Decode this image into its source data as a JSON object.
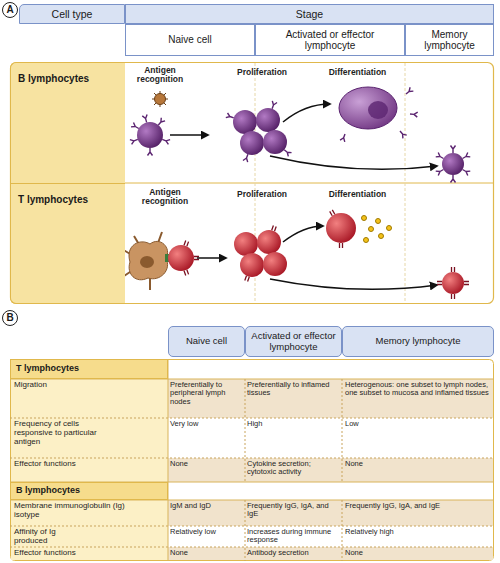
{
  "diagram": {
    "nodes": [
      {
        "text": [
          "A"
        ]
      },
      {
        "text": [
          "Cell type"
        ]
      },
      {
        "text": [
          "Stage"
        ]
      },
      {
        "text": [
          "Naive cell"
        ]
      },
      {
        "text": [
          "Activated or effector lymphocyte"
        ]
      },
      {
        "text": [
          "Memory lymphocyte"
        ]
      },
      {
        "text": [
          "B lymphocytes"
        ]
      },
      {
        "text": [
          "T lymphocytes"
        ]
      },
      {
        "text": [
          "B"
        ]
      },
      {
        "text": [
          "Naive cell"
        ]
      },
      {
        "text": [
          "Activated or effector lymphocyte"
        ]
      },
      {
        "text": [
          "Memory lymphocyte"
        ]
      },
      {
        "text": [
          "T lymphocytes"
        ]
      },
      {
        "text": [
          "B lymphocytes"
        ]
      }
    ],
    "labels": [
      "Antigen recognition",
      "Proliferation",
      "Differentiation",
      "Antigen recognition",
      "Proliferation",
      "Differentiation",
      "Migration",
      "Preferentially to peripheral lymph nodes",
      "Preferentially to inflamed tissues",
      "Heterogenous: one subset to lymph nodes, one subset to mucosa and inflamed tissues",
      "Frequency of cells responsive to particular antigen",
      "Very low",
      "High",
      "Low",
      "Effector functions",
      "None",
      "Cytokine secretion; cytotoxic activity",
      "None",
      "Membrane immunoglobulin (Ig) isotype",
      "IgM and IgD",
      "Frequently IgG, IgA, and IgE",
      "Frequently IgG, IgA, and IgE",
      "Affinity of Ig produced",
      "Relatively low",
      "Increases during immune response",
      "Relatively high",
      "Effector functions",
      "None",
      "Antibody secretion",
      "None"
    ]
  }
}
